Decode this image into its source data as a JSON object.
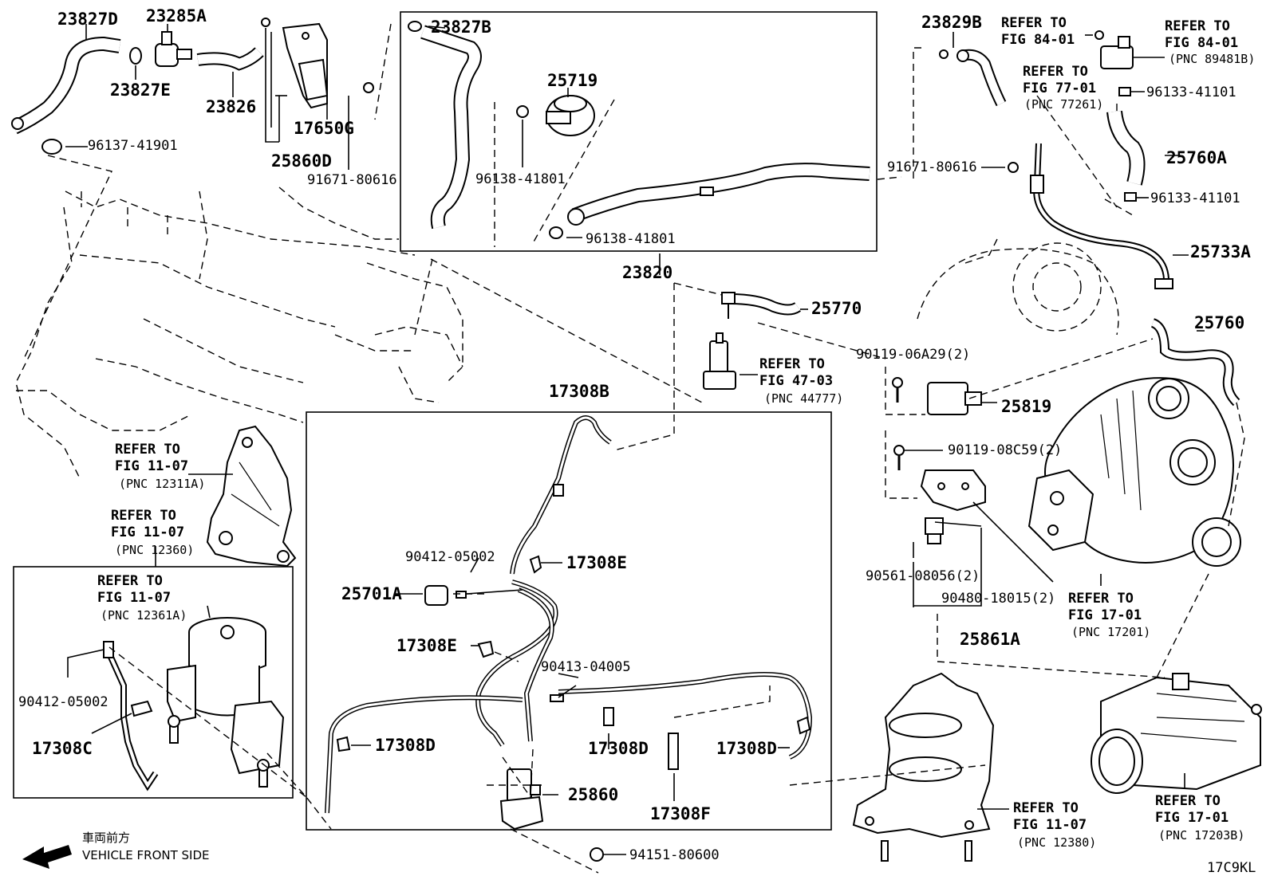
{
  "labels": {
    "p23827D": "23827D",
    "p23285A": "23285A",
    "p23827E": "23827E",
    "p23826": "23826",
    "p96137_41901": "96137-41901",
    "p17650G": "17650G",
    "p25860D": "25860D",
    "p91671_80616a": "91671-80616",
    "p23827B": "23827B",
    "p25719": "25719",
    "p96138_41801a": "96138-41801",
    "p96138_41801b": "96138-41801",
    "p23820": "23820",
    "p23829B": "23829B",
    "p91671_80616b": "91671-80616",
    "p96133_41101a": "96133-41101",
    "p25760A": "25760A",
    "p96133_41101b": "96133-41101",
    "p25733A": "25733A",
    "p25770": "25770",
    "p25760": "25760",
    "p90119_06A29": "90119-06A29(2)",
    "p25819": "25819",
    "p90119_08C59": "90119-08C59(2)",
    "p90561_08056": "90561-08056(2)",
    "p90480_18015": "90480-18015(2)",
    "p25861A": "25861A",
    "p17308B": "17308B",
    "p90412_05002a": "90412-05002",
    "p17308E_a": "17308E",
    "p25701A": "25701A",
    "p17308E_b": "17308E",
    "p90413_04005": "90413-04005",
    "p17308D_a": "17308D",
    "p17308D_b": "17308D",
    "p17308D_c": "17308D",
    "p25860": "25860",
    "p17308F": "17308F",
    "p94151_80600": "94151-80600",
    "p90412_05002b": "90412-05002",
    "p17308C": "17308C",
    "watermark": "17C9KL"
  },
  "refs": {
    "r84_01a": {
      "line1": "REFER TO",
      "line2": "FIG 84-01",
      "pnc": ""
    },
    "r84_01b": {
      "line1": "REFER TO",
      "line2": "FIG 84-01",
      "pnc": "(PNC 89481B)"
    },
    "r77_01": {
      "line1": "REFER TO",
      "line2": "FIG 77-01",
      "pnc": "(PNC 77261)"
    },
    "r47_03": {
      "line1": "REFER TO",
      "line2": "FIG 47-03",
      "pnc": "(PNC 44777)"
    },
    "r11_07a": {
      "line1": "REFER TO",
      "line2": "FIG 11-07",
      "pnc": "(PNC 12311A)"
    },
    "r11_07b": {
      "line1": "REFER TO",
      "line2": "FIG 11-07",
      "pnc": "(PNC 12360)"
    },
    "r11_07c": {
      "line1": "REFER TO",
      "line2": "FIG 11-07",
      "pnc": "(PNC 12361A)"
    },
    "r17_01a": {
      "line1": "REFER TO",
      "line2": "FIG 17-01",
      "pnc": "(PNC 17201)"
    },
    "r17_01b": {
      "line1": "REFER TO",
      "line2": "FIG 17-01",
      "pnc": "(PNC 17203B)"
    },
    "r11_07d": {
      "line1": "REFER TO",
      "line2": "FIG 11-07",
      "pnc": "(PNC 12380)"
    }
  },
  "front": {
    "jp": "車両前方",
    "en": "VEHICLE FRONT SIDE"
  }
}
